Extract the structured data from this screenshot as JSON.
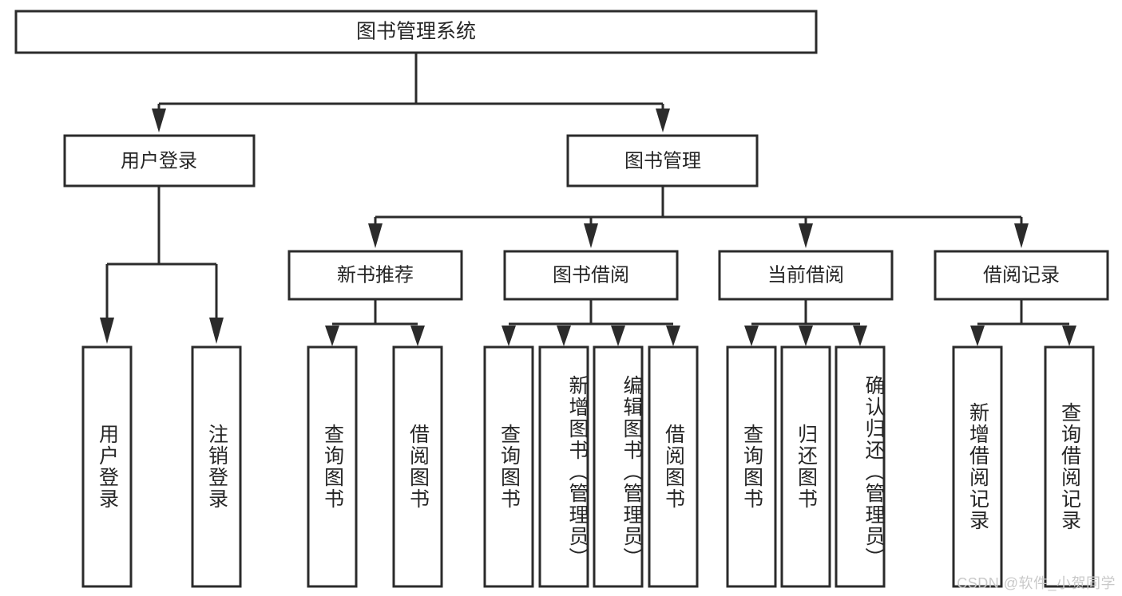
{
  "diagram": {
    "type": "tree-hierarchy-chart",
    "title": "图书管理系统",
    "orientation": "top-down",
    "colors": {
      "box_fill": "#ffffff",
      "box_stroke": "#2b2b2b",
      "text": "#262626",
      "watermark": "#c9c9c9",
      "background": "#ffffff"
    },
    "levels": [
      {
        "level": 1,
        "nodes": [
          {
            "id": "root",
            "label": "图书管理系统",
            "orientation": "horizontal"
          }
        ]
      },
      {
        "level": 2,
        "nodes": [
          {
            "id": "login",
            "label": "用户登录",
            "orientation": "horizontal",
            "parent": "root"
          },
          {
            "id": "bookmgmt",
            "label": "图书管理",
            "orientation": "horizontal",
            "parent": "root"
          }
        ]
      },
      {
        "level": 3,
        "nodes": [
          {
            "id": "newbook",
            "label": "新书推荐",
            "orientation": "horizontal",
            "parent": "bookmgmt"
          },
          {
            "id": "borrow",
            "label": "图书借阅",
            "orientation": "horizontal",
            "parent": "bookmgmt"
          },
          {
            "id": "current",
            "label": "当前借阅",
            "orientation": "horizontal",
            "parent": "bookmgmt"
          },
          {
            "id": "records",
            "label": "借阅记录",
            "orientation": "horizontal",
            "parent": "bookmgmt"
          }
        ]
      },
      {
        "level": 4,
        "nodes": [
          {
            "id": "leaf-user-login",
            "label": "用户登录",
            "orientation": "vertical",
            "parent": "login"
          },
          {
            "id": "leaf-logout",
            "label": "注销登录",
            "orientation": "vertical",
            "parent": "login"
          },
          {
            "id": "leaf-query-book-1",
            "label": "查询图书",
            "orientation": "vertical",
            "parent": "newbook"
          },
          {
            "id": "leaf-borrow-book-1",
            "label": "借阅图书",
            "orientation": "vertical",
            "parent": "newbook"
          },
          {
            "id": "leaf-query-book-2",
            "label": "查询图书",
            "orientation": "vertical",
            "parent": "borrow"
          },
          {
            "id": "leaf-add-book",
            "label": "新增图书（管理员）",
            "orientation": "vertical",
            "parent": "borrow"
          },
          {
            "id": "leaf-edit-book",
            "label": "编辑图书（管理员）",
            "orientation": "vertical",
            "parent": "borrow"
          },
          {
            "id": "leaf-borrow-book-2",
            "label": "借阅图书",
            "orientation": "vertical",
            "parent": "borrow"
          },
          {
            "id": "leaf-query-book-3",
            "label": "查询图书",
            "orientation": "vertical",
            "parent": "current"
          },
          {
            "id": "leaf-return-book",
            "label": "归还图书",
            "orientation": "vertical",
            "parent": "current"
          },
          {
            "id": "leaf-confirm-return",
            "label": "确认归还（管理员）",
            "orientation": "vertical",
            "parent": "current"
          },
          {
            "id": "leaf-add-record",
            "label": "新增借阅记录",
            "orientation": "vertical",
            "parent": "records"
          },
          {
            "id": "leaf-query-record",
            "label": "查询借阅记录",
            "orientation": "vertical",
            "parent": "records"
          }
        ]
      }
    ],
    "watermark": "CSDN @软件_小贺同学"
  }
}
